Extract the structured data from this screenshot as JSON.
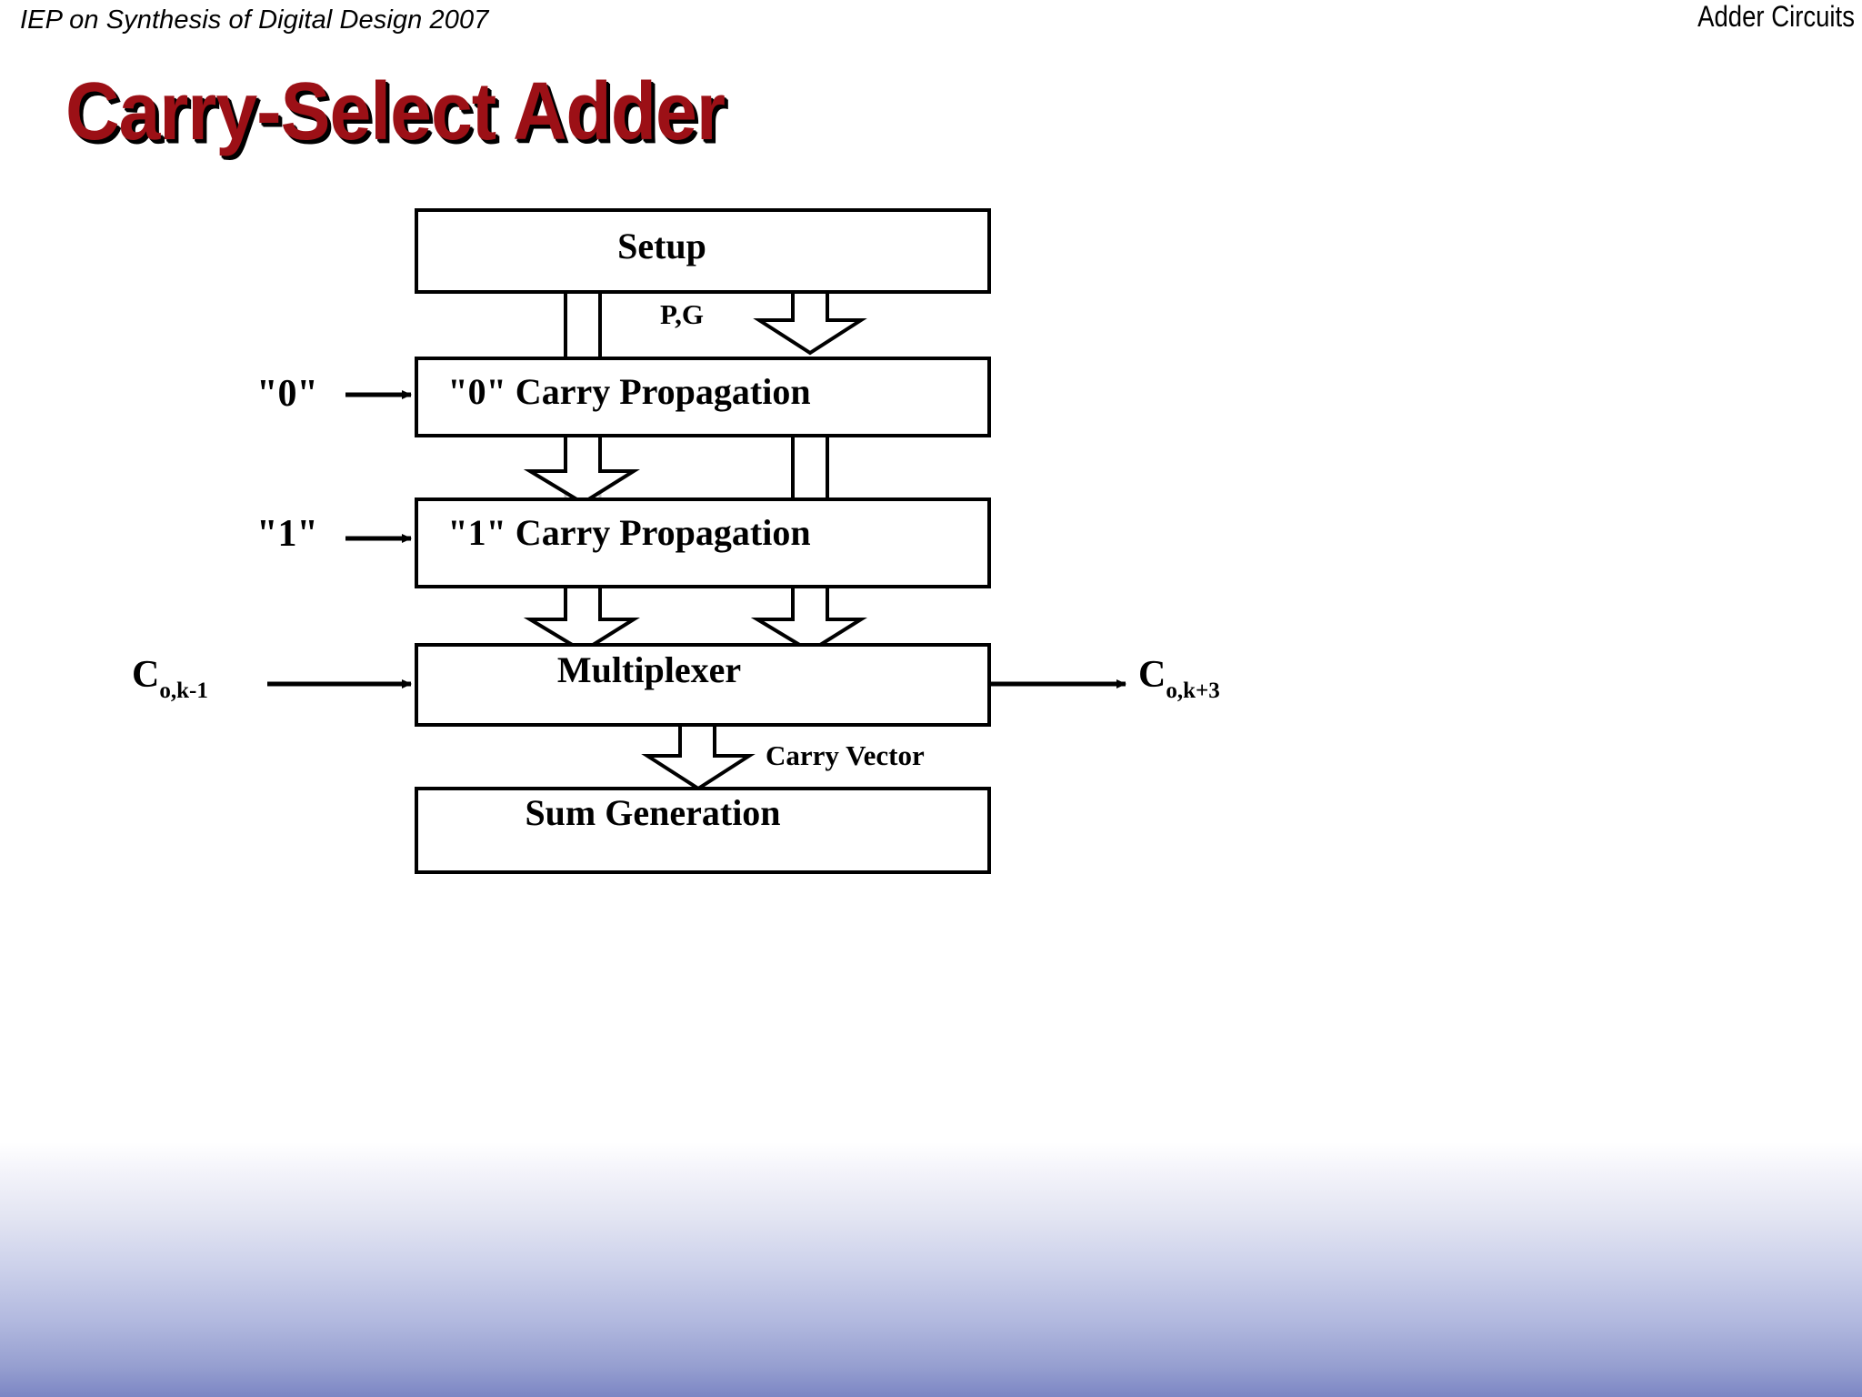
{
  "header": {
    "left_text": "IEP on Synthesis of Digital Design 2007",
    "right_text": "Adder Circuits"
  },
  "title": {
    "text": "Carry-Select Adder",
    "color": "#9C1016",
    "shadow_color": "#000000"
  },
  "theme": {
    "background": "#FFFFFF",
    "band_bottom_color": "#7C86C4",
    "line_color": "#000000",
    "box_fill": "#FFFFFF"
  },
  "diagram": {
    "type": "block-diagram",
    "blocks": [
      {
        "id": "setup",
        "label": "Setup"
      },
      {
        "id": "cp0",
        "label": "\"0\" Carry Propagation"
      },
      {
        "id": "cp1",
        "label": "\"1\" Carry Propagation"
      },
      {
        "id": "mux",
        "label": "Multiplexer"
      },
      {
        "id": "sumgen",
        "label": "Sum Generation"
      }
    ],
    "edge_labels": [
      {
        "id": "pg",
        "text": "P,G"
      },
      {
        "id": "carry-vector",
        "text": "Carry Vector"
      }
    ],
    "inputs": [
      {
        "id": "zero-input",
        "text": "\"0\"",
        "target": "cp0"
      },
      {
        "id": "one-input",
        "text": "\"1\"",
        "target": "cp1"
      },
      {
        "id": "carry-in",
        "base": "C",
        "sub": "o,k-1",
        "target": "mux"
      }
    ],
    "outputs": [
      {
        "id": "carry-out",
        "base": "C",
        "sub": "o,k+3",
        "source": "mux"
      }
    ]
  }
}
